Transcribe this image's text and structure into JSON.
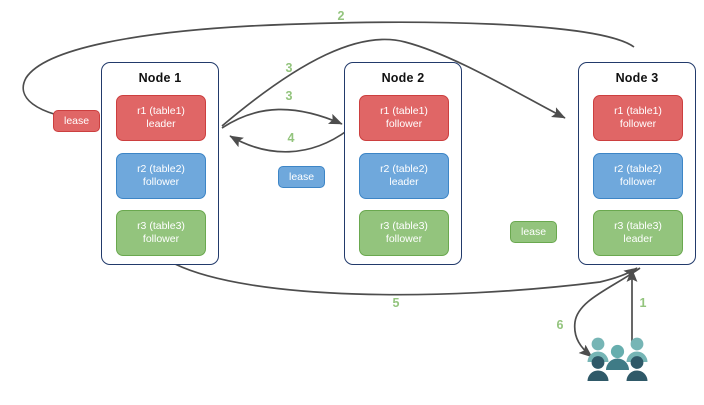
{
  "diagram": {
    "title": "distributed-cluster-lease-flow",
    "colors": {
      "replica_red": "#e06666",
      "replica_blue": "#6fa8dc",
      "replica_green": "#93c47d",
      "node_border": "#223a6b",
      "arrow": "#4d4d4d",
      "step_label": "#93c47d",
      "clients_light": "#76b5b5",
      "clients_dark": "#2f5968"
    },
    "nodes": [
      {
        "id": "node-1",
        "title": "Node 1",
        "replicas": [
          {
            "id": "r1",
            "line1": "r1 (table1)",
            "line2": "leader",
            "color": "red"
          },
          {
            "id": "r2",
            "line1": "r2 (table2)",
            "line2": "follower",
            "color": "blue"
          },
          {
            "id": "r3",
            "line1": "r3 (table3)",
            "line2": "follower",
            "color": "green"
          }
        ]
      },
      {
        "id": "node-2",
        "title": "Node 2",
        "replicas": [
          {
            "id": "r1",
            "line1": "r1 (table1)",
            "line2": "follower",
            "color": "red"
          },
          {
            "id": "r2",
            "line1": "r2 (table2)",
            "line2": "leader",
            "color": "blue"
          },
          {
            "id": "r3",
            "line1": "r3 (table3)",
            "line2": "follower",
            "color": "green"
          }
        ]
      },
      {
        "id": "node-3",
        "title": "Node 3",
        "replicas": [
          {
            "id": "r1",
            "line1": "r1 (table1)",
            "line2": "follower",
            "color": "red"
          },
          {
            "id": "r2",
            "line1": "r2 (table2)",
            "line2": "follower",
            "color": "blue"
          },
          {
            "id": "r3",
            "line1": "r3 (table3)",
            "line2": "leader",
            "color": "green"
          }
        ]
      }
    ],
    "leases": [
      {
        "id": "lease-r1",
        "label": "lease",
        "color": "red"
      },
      {
        "id": "lease-r2",
        "label": "lease",
        "color": "blue"
      },
      {
        "id": "lease-r3",
        "label": "lease",
        "color": "green"
      }
    ],
    "steps": [
      {
        "id": "step-1",
        "label": "1",
        "from": "clients",
        "to": "node-3"
      },
      {
        "id": "step-2",
        "label": "2",
        "from": "node-3",
        "to": "lease-r1"
      },
      {
        "id": "step-3a",
        "label": "3",
        "from": "node-1-r1",
        "to": "node-3-r1"
      },
      {
        "id": "step-3b",
        "label": "3",
        "from": "node-1-r1",
        "to": "node-2-r1"
      },
      {
        "id": "step-4",
        "label": "4",
        "from": "node-2-r1",
        "to": "node-1-r1"
      },
      {
        "id": "step-5",
        "label": "5",
        "from": "node-1",
        "to": "node-3"
      },
      {
        "id": "step-6",
        "label": "6",
        "from": "node-3",
        "to": "clients"
      }
    ],
    "clients": {
      "label": "clients-icon",
      "figure_count": 5
    }
  }
}
